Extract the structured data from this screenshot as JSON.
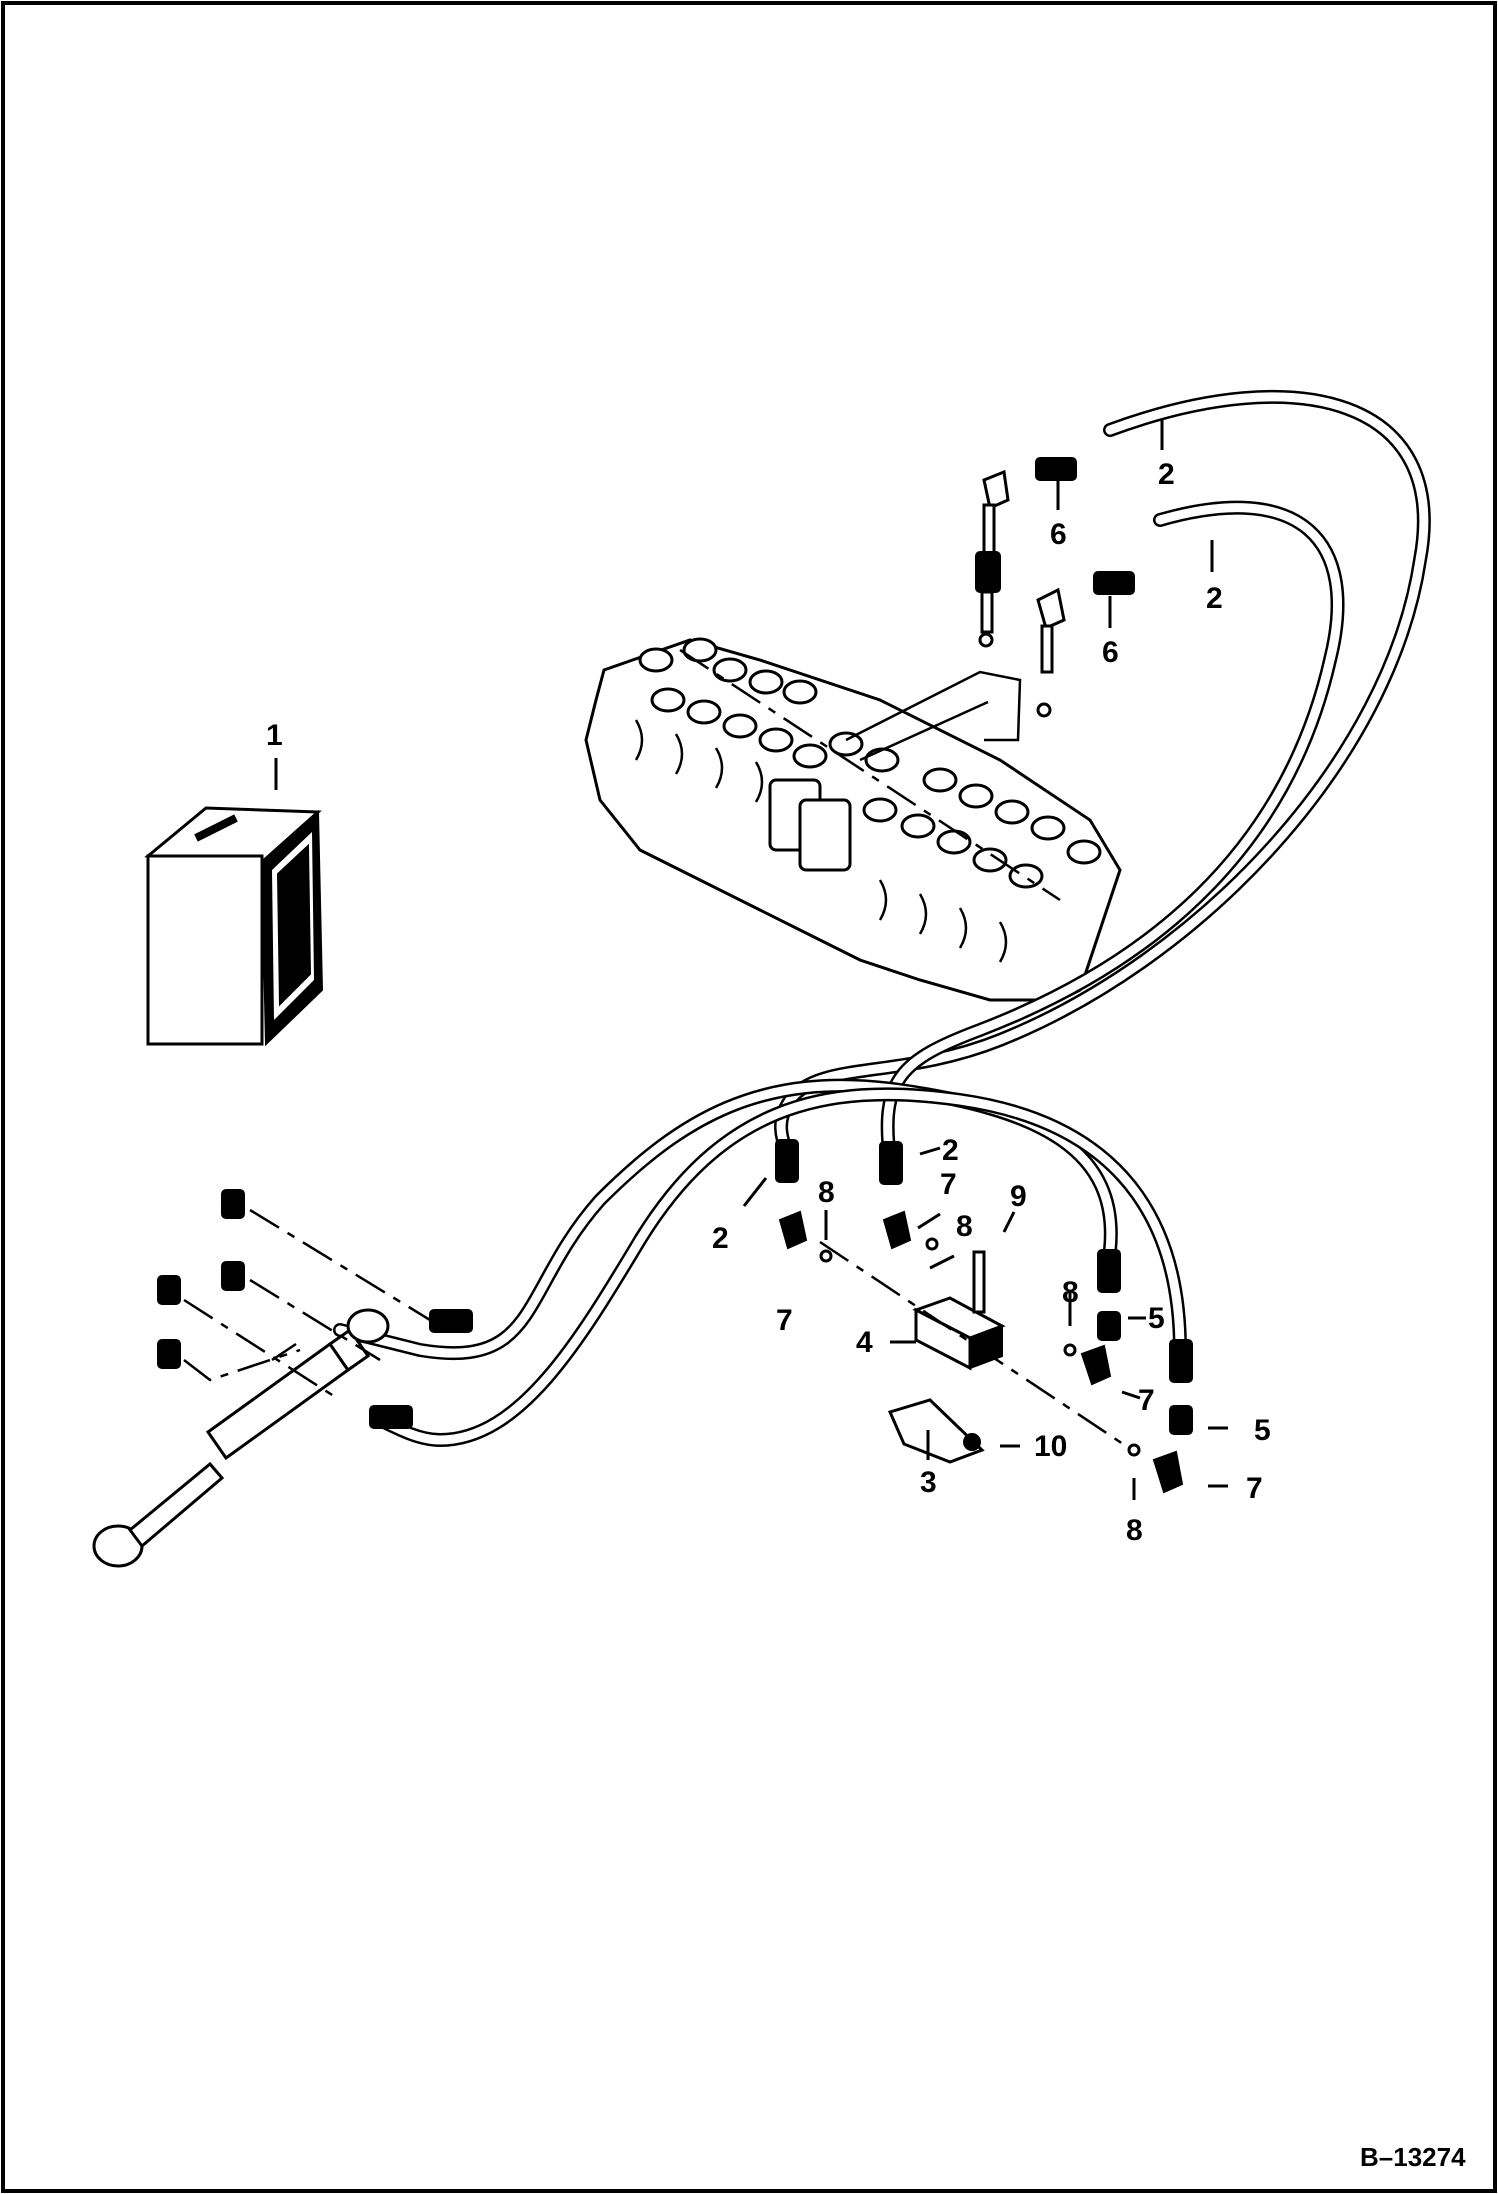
{
  "figure_ref": "B–13274",
  "callouts": {
    "c1": "1",
    "c2a": "2",
    "c2b": "2",
    "c2c": "2",
    "c2d": "2",
    "c3": "3",
    "c4": "4",
    "c5a": "5",
    "c5b": "5",
    "c6a": "6",
    "c6b": "6",
    "c7a": "7",
    "c7b": "7",
    "c7c": "7",
    "c7d": "7",
    "c8a": "8",
    "c8b": "8",
    "c8c": "8",
    "c8d": "8",
    "c9": "9",
    "c10": "10"
  }
}
